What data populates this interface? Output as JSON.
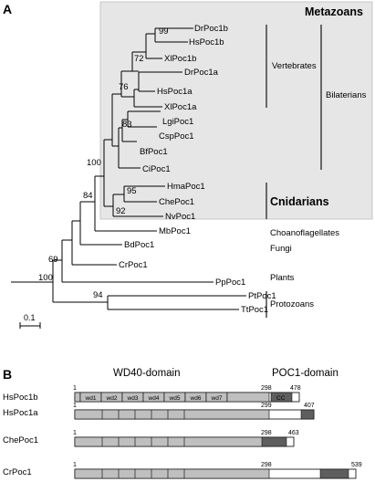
{
  "panel_a": {
    "label": "A",
    "group_labels": {
      "metazoans": "Metazoans",
      "cnidarians": "Cnidarians",
      "vertebrates": "Vertebrates",
      "bilaterians": "Bilaterians",
      "choanoflagellates": "Choanoflagellates",
      "fungi": "Fungi",
      "plants": "Plants",
      "protozoans": "Protozoans"
    },
    "taxa": {
      "DrPoc1b": "DrPoc1b",
      "HsPoc1b": "HsPoc1b",
      "XlPoc1b": "XlPoc1b",
      "DrPoc1a": "DrPoc1a",
      "HsPoc1a": "HsPoc1a",
      "XlPoc1a": "XlPoc1a",
      "LgiPoc1": "LgiPoc1",
      "CspPoc1": "CspPoc1",
      "BfPoc1": "BfPoc1",
      "CiPoc1": "CiPoc1",
      "HmaPoc1": "HmaPoc1",
      "ChePoc1": "ChePoc1",
      "NvPoc1": "NvPoc1",
      "MbPoc1": "MbPoc1",
      "BdPoc1": "BdPoc1",
      "CrPoc1": "CrPoc1",
      "PpPoc1": "PpPoc1",
      "PtPoc1": "PtPoc1",
      "TtPoc1": "TtPoc1"
    },
    "bootstrap": {
      "b99": "99",
      "b72": "72",
      "b76": "76",
      "b83": "83",
      "b100a": "100",
      "b95": "95",
      "b92": "92",
      "b84": "84",
      "b69": "69",
      "b100b": "100",
      "b94": "94"
    },
    "scale_label": "0.1"
  },
  "panel_b": {
    "label": "B",
    "domain_headers": {
      "wd40": "WD40-domain",
      "poc1": "POC1-domain"
    },
    "wd_labels": [
      "wd1",
      "wd2",
      "wd3",
      "wd4",
      "wd5",
      "wd6",
      "wd7"
    ],
    "cc_label": "CC",
    "proteins": [
      {
        "name": "HsPoc1b",
        "start": "1",
        "wd_end": "298",
        "length": "478"
      },
      {
        "name": "HsPoc1a",
        "start": "1",
        "wd_end": "299",
        "length": "407"
      },
      {
        "name": "ChePoc1",
        "start": "1",
        "wd_end": "298",
        "length": "463"
      },
      {
        "name": "CrPoc1",
        "start": "1",
        "wd_end": "298",
        "length": "539"
      }
    ]
  },
  "colors": {
    "shade": "#e6e6e6",
    "shade_border": "#bdbdbd",
    "wd_fill": "#bfbfbf",
    "cc_fill": "#5e5e5e",
    "header_gray": "#555555"
  }
}
